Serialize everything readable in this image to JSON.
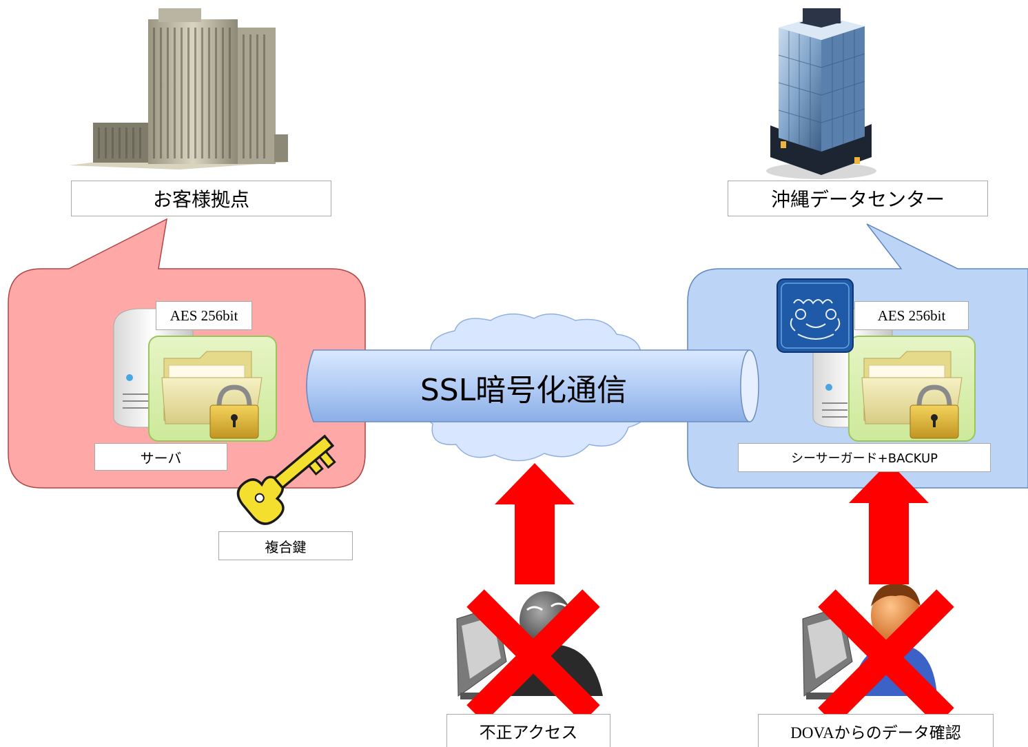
{
  "left_site": {
    "title": "お客様拠点",
    "encryption": "AES 256bit",
    "device_label": "サーバ",
    "key_label": "複合鍵",
    "panel_color": "#ffa8a8"
  },
  "right_site": {
    "title": "沖縄データセンター",
    "encryption": "AES 256bit",
    "device_label": "シーサーガード+BACKUP",
    "panel_color": "#bcd4f5"
  },
  "tunnel": {
    "label": "SSL暗号化通信"
  },
  "threats": [
    {
      "label": "不正アクセス",
      "blocked": true
    },
    {
      "label": "DOVAからのデータ確認",
      "blocked": true
    }
  ],
  "colors": {
    "blocked": "#ff0000",
    "key": "#f5df2e"
  }
}
